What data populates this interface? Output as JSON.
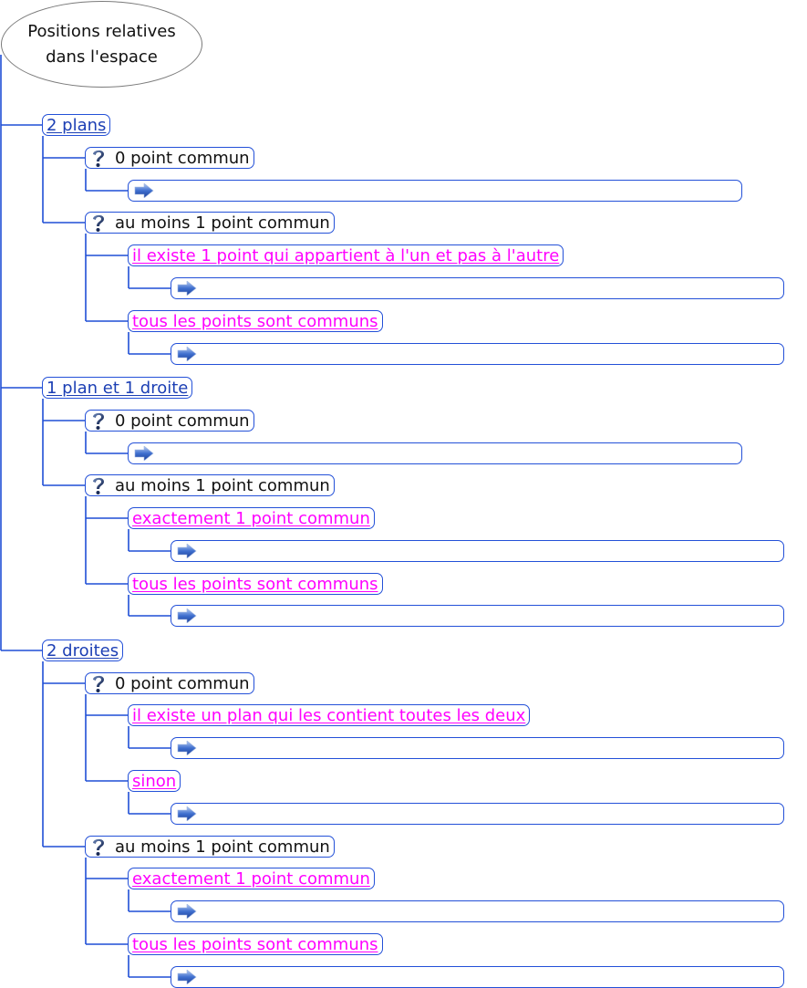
{
  "root": {
    "line1": "Positions relatives",
    "line2": "dans l'espace"
  },
  "colors": {
    "connector": "#1f4fd6",
    "category_text": "#1c3fb4",
    "answer_text": "#ff00ff",
    "question_text": "#111111"
  },
  "icons": {
    "question": "question-mark-icon",
    "result": "arrow-right-icon"
  },
  "tree": [
    {
      "label": "2 plans",
      "children": [
        {
          "label": "0 point commun",
          "result": ""
        },
        {
          "label": "au moins 1 point commun",
          "children": [
            {
              "label": "il existe 1 point qui appartient à l'un et pas à l'autre",
              "result": ""
            },
            {
              "label": "tous les points sont communs",
              "result": ""
            }
          ]
        }
      ]
    },
    {
      "label": "1 plan et 1 droite",
      "children": [
        {
          "label": "0 point commun",
          "result": ""
        },
        {
          "label": "au moins 1 point commun",
          "children": [
            {
              "label": "exactement 1 point commun",
              "result": ""
            },
            {
              "label": "tous les points sont communs",
              "result": ""
            }
          ]
        }
      ]
    },
    {
      "label": "2 droites",
      "children": [
        {
          "label": "0 point commun",
          "children": [
            {
              "label": "il existe un plan qui les contient toutes les deux",
              "result": ""
            },
            {
              "label": "sinon",
              "result": ""
            }
          ]
        },
        {
          "label": "au moins 1 point commun",
          "children": [
            {
              "label": "exactement 1 point commun",
              "result": ""
            },
            {
              "label": "tous les points sont communs",
              "result": ""
            }
          ]
        }
      ]
    }
  ]
}
